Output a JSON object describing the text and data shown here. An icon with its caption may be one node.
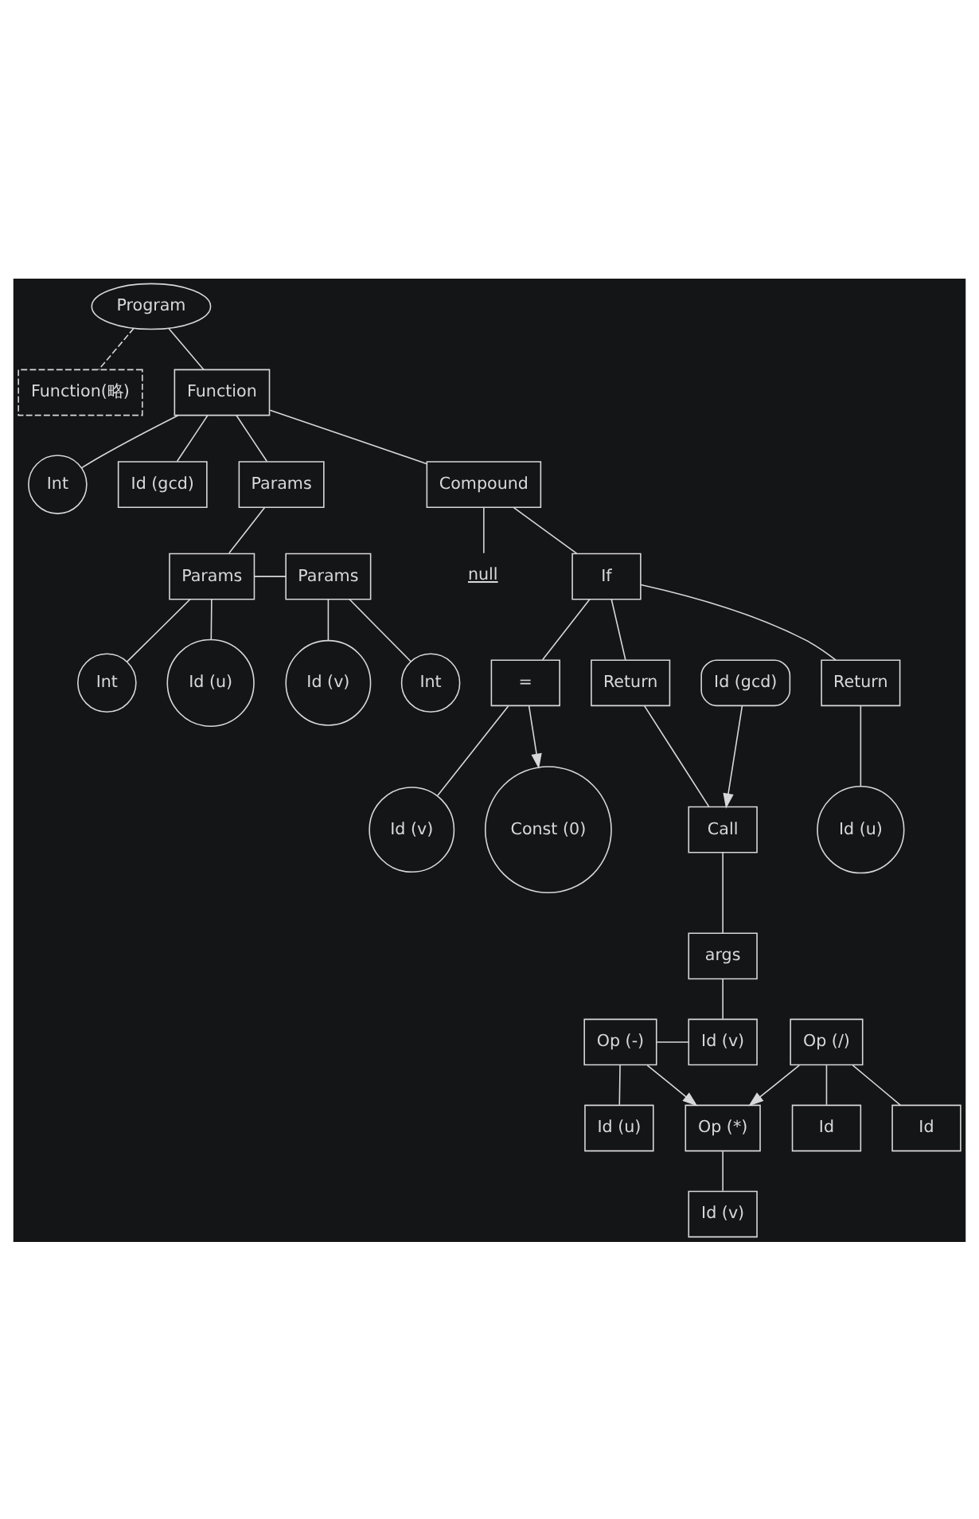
{
  "diagram": {
    "nodes": [
      {
        "text": [
          "Program"
        ]
      },
      {
        "text": [
          "Function(略)"
        ]
      },
      {
        "text": [
          "Function"
        ]
      },
      {
        "text": [
          "Int"
        ]
      },
      {
        "text": [
          "Id (gcd)"
        ]
      },
      {
        "text": [
          "Params"
        ]
      },
      {
        "text": [
          "Compound"
        ]
      },
      {
        "text": [
          "null"
        ]
      },
      {
        "text": [
          "If"
        ]
      },
      {
        "text": [
          "Params"
        ]
      },
      {
        "text": [
          "Params"
        ]
      },
      {
        "text": [
          "Int"
        ]
      },
      {
        "text": [
          "Id (u)"
        ]
      },
      {
        "text": [
          "Int"
        ]
      },
      {
        "text": [
          "Id (v)"
        ]
      },
      {
        "text": [
          "="
        ]
      },
      {
        "text": [
          "Return"
        ]
      },
      {
        "text": [
          "Return"
        ]
      },
      {
        "text": [
          "Id (v)"
        ]
      },
      {
        "text": [
          "Const (0)"
        ]
      },
      {
        "text": [
          "Id (u)"
        ]
      },
      {
        "text": [
          "Call"
        ]
      },
      {
        "text": [
          "Id (gcd)"
        ]
      },
      {
        "text": [
          "args"
        ]
      },
      {
        "text": [
          "Op (-)"
        ]
      },
      {
        "text": [
          "Id (v)"
        ]
      },
      {
        "text": [
          "Id (u)"
        ]
      },
      {
        "text": [
          "Op (*)"
        ]
      },
      {
        "text": [
          "Op (/)"
        ]
      },
      {
        "text": [
          "Id (v)"
        ]
      },
      {
        "text": [
          "Id"
        ]
      },
      {
        "text": [
          "Id"
        ]
      }
    ],
    "edges": [
      {
        "from": 0,
        "to": 2,
        "arrow": "none"
      },
      {
        "from": 0,
        "to": 1,
        "arrow": "none",
        "style": "dashed"
      },
      {
        "from": 2,
        "to": 3,
        "arrow": "none"
      },
      {
        "from": 2,
        "to": 4,
        "arrow": "none"
      },
      {
        "from": 2,
        "to": 5,
        "arrow": "none"
      },
      {
        "from": 2,
        "to": 6,
        "arrow": "none"
      },
      {
        "from": 5,
        "to": 9,
        "arrow": "none"
      },
      {
        "from": 9,
        "to": 10,
        "arrow": "none"
      },
      {
        "from": 6,
        "to": 7,
        "arrow": "none"
      },
      {
        "from": 6,
        "to": 8,
        "arrow": "none"
      },
      {
        "from": 9,
        "to": 11,
        "arrow": "none"
      },
      {
        "from": 9,
        "to": 12,
        "arrow": "none"
      },
      {
        "from": 10,
        "to": 13,
        "arrow": "none"
      },
      {
        "from": 10,
        "to": 14,
        "arrow": "none"
      },
      {
        "from": 8,
        "to": 15,
        "arrow": "none"
      },
      {
        "from": 8,
        "to": 16,
        "arrow": "none"
      },
      {
        "from": 8,
        "to": 17,
        "arrow": "none"
      },
      {
        "from": 15,
        "to": 18,
        "arrow": "none"
      },
      {
        "from": 15,
        "to": 19,
        "arrow": "to"
      },
      {
        "from": 16,
        "to": 20,
        "arrow": "none"
      },
      {
        "from": 17,
        "to": 21,
        "arrow": "none"
      },
      {
        "from": 22,
        "to": 21,
        "arrow": "to"
      },
      {
        "from": 21,
        "to": 23,
        "arrow": "none"
      },
      {
        "from": 23,
        "to": 25,
        "arrow": "none"
      },
      {
        "from": 24,
        "to": 25,
        "arrow": "none"
      },
      {
        "from": 24,
        "to": 26,
        "arrow": "none"
      },
      {
        "from": 24,
        "to": 27,
        "arrow": "to"
      },
      {
        "from": 28,
        "to": 27,
        "arrow": "to"
      },
      {
        "from": 27,
        "to": 29,
        "arrow": "none"
      },
      {
        "from": 28,
        "to": 30,
        "arrow": "none"
      },
      {
        "from": 28,
        "to": 31,
        "arrow": "none"
      }
    ]
  }
}
